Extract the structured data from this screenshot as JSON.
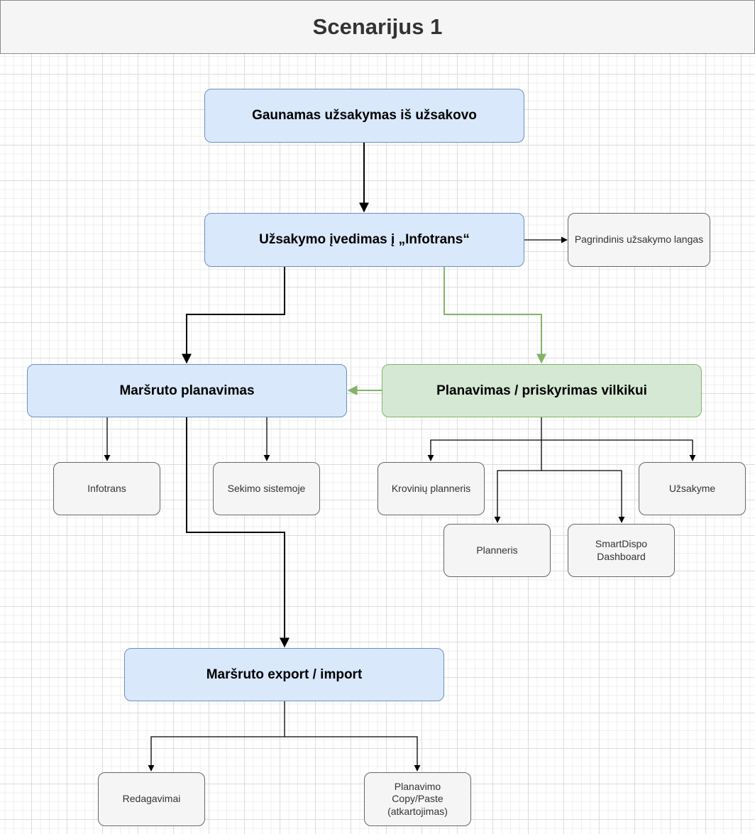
{
  "title": "Scenarijus 1",
  "colors": {
    "main_fill": "#dae8fc",
    "main_stroke": "#6c8ebf",
    "green_fill": "#d5e8d4",
    "green_stroke": "#82b366",
    "sub_fill": "#f5f5f5",
    "sub_stroke": "#666666"
  },
  "nodes": {
    "order_received": "Gaunamas užsakymas iš užsakovo",
    "order_entry": "Užsakymo įvedimas į „Infotrans“",
    "main_order_window": "Pagrindinis užsakymo langas",
    "route_planning": "Maršruto planavimas",
    "truck_assignment": "Planavimas / priskyrimas vilkikui",
    "infotrans": "Infotrans",
    "tracking_system": "Sekimo sistemoje",
    "cargo_planner": "Krovinių planneris",
    "in_order": "Užsakyme",
    "planner": "Planneris",
    "smartdispo": "SmartDispo\nDashboard",
    "route_export_import": "Maršruto export / import",
    "edits": "Redagavimai",
    "copy_paste": "Planavimo\nCopy/Paste\n(atkartojimas)"
  }
}
